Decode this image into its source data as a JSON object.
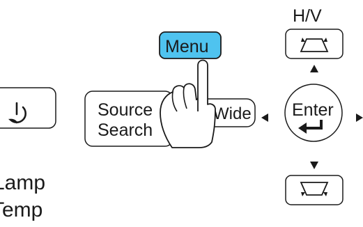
{
  "colors": {
    "menu_fill": "#4fc3ef",
    "stroke": "#1a1a1a",
    "background": "#ffffff"
  },
  "labels": {
    "hv": "H/V",
    "menu": "Menu",
    "source_line1": "Source",
    "source_line2": "Search",
    "wide": "Wide",
    "enter": "Enter",
    "lamp": "Lamp",
    "temp": "Temp"
  },
  "icons": {
    "power": "power-icon",
    "keystone_up": "keystone-vertical-up-icon",
    "keystone_down": "keystone-vertical-down-icon",
    "enter_arrow": "enter-return-icon",
    "arrows": [
      "arrow-up-icon",
      "arrow-down-icon",
      "arrow-left-icon",
      "arrow-right-icon"
    ],
    "hand": "pressing-hand-icon"
  }
}
